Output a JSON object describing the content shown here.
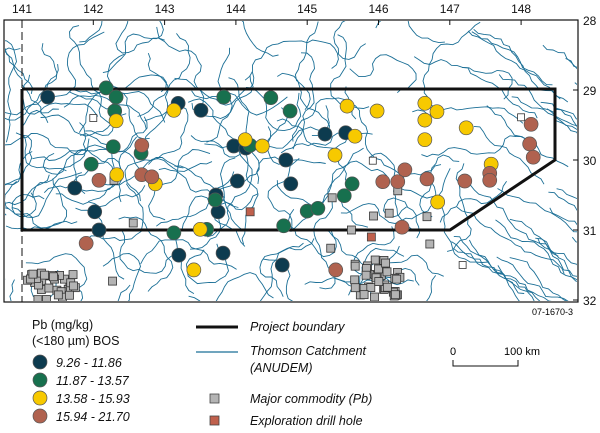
{
  "map": {
    "lon_ticks": [
      "141",
      "142",
      "143",
      "144",
      "145",
      "146",
      "147",
      "148"
    ],
    "lat_ticks": [
      "28",
      "29",
      "30",
      "31",
      "32"
    ],
    "figure_id": "07-1670-3",
    "colors": {
      "river": "#1b6f96",
      "boundary": "#111111",
      "navy": "#0d3b4f",
      "green": "#17704e",
      "yellow": "#f7c900",
      "brown": "#b0624f",
      "square": "#b4b4b4",
      "drill": "#c0604c"
    },
    "samples": {
      "navy": [
        [
          141.36,
          29.1
        ],
        [
          143.19,
          29.19
        ],
        [
          143.51,
          29.29
        ],
        [
          145.25,
          29.63
        ],
        [
          145.54,
          29.61
        ],
        [
          143.97,
          29.8
        ],
        [
          144.14,
          29.83
        ],
        [
          144.7,
          30.0
        ],
        [
          144.02,
          30.3
        ],
        [
          144.77,
          30.34
        ],
        [
          141.74,
          30.4
        ],
        [
          143.72,
          30.5
        ],
        [
          143.75,
          30.74
        ],
        [
          142.02,
          30.74
        ],
        [
          142.08,
          31.0
        ],
        [
          143.2,
          31.36
        ],
        [
          143.82,
          31.33
        ],
        [
          144.65,
          31.5
        ]
      ],
      "green": [
        [
          142.18,
          28.97
        ],
        [
          142.32,
          29.1
        ],
        [
          142.3,
          29.3
        ],
        [
          143.83,
          29.1
        ],
        [
          144.49,
          29.11
        ],
        [
          144.76,
          29.3
        ],
        [
          142.28,
          29.81
        ],
        [
          142.67,
          29.9
        ],
        [
          141.97,
          30.06
        ],
        [
          144.2,
          29.79
        ],
        [
          143.71,
          30.57
        ],
        [
          145.63,
          30.34
        ],
        [
          145.52,
          30.51
        ],
        [
          145.0,
          30.73
        ],
        [
          145.15,
          30.69
        ],
        [
          143.59,
          30.99
        ],
        [
          144.67,
          30.94
        ],
        [
          143.13,
          31.04
        ]
      ],
      "yellow": [
        [
          143.13,
          29.29
        ],
        [
          142.32,
          29.44
        ],
        [
          145.56,
          29.23
        ],
        [
          145.98,
          29.3
        ],
        [
          146.65,
          29.19
        ],
        [
          146.82,
          29.31
        ],
        [
          146.65,
          29.43
        ],
        [
          147.23,
          29.54
        ],
        [
          145.67,
          29.66
        ],
        [
          144.13,
          29.71
        ],
        [
          144.37,
          29.8
        ],
        [
          146.65,
          29.71
        ],
        [
          145.39,
          29.93
        ],
        [
          142.33,
          30.21
        ],
        [
          142.87,
          30.34
        ],
        [
          147.58,
          30.06
        ],
        [
          146.83,
          30.6
        ],
        [
          143.5,
          30.99
        ],
        [
          143.41,
          31.57
        ]
      ],
      "brown": [
        [
          142.68,
          29.79
        ],
        [
          142.68,
          30.21
        ],
        [
          142.82,
          30.24
        ],
        [
          142.08,
          30.29
        ],
        [
          148.14,
          29.49
        ],
        [
          148.12,
          29.77
        ],
        [
          148.17,
          29.96
        ],
        [
          146.37,
          30.14
        ],
        [
          146.27,
          30.31
        ],
        [
          146.06,
          30.31
        ],
        [
          146.68,
          30.27
        ],
        [
          147.21,
          30.3
        ],
        [
          147.56,
          30.19
        ],
        [
          147.56,
          30.29
        ],
        [
          146.33,
          30.96
        ],
        [
          141.9,
          31.19
        ],
        [
          145.4,
          31.57
        ]
      ]
    },
    "major_commodity": [
      [
        142.29,
        30.29
      ],
      [
        142.56,
        30.9
      ],
      [
        142.27,
        31.73
      ],
      [
        145.35,
        30.54
      ],
      [
        145.93,
        30.8
      ],
      [
        146.27,
        30.44
      ],
      [
        145.33,
        31.26
      ],
      [
        146.72,
        31.2
      ],
      [
        146.68,
        30.81
      ],
      [
        145.62,
        31.0
      ],
      [
        146.15,
        30.76
      ]
    ],
    "drill_holes": [
      [
        144.2,
        30.74
      ],
      [
        145.9,
        31.1
      ]
    ],
    "other_sites": [
      [
        142.0,
        29.4
      ],
      [
        145.92,
        30.01
      ],
      [
        148.0,
        29.39
      ],
      [
        147.18,
        31.5
      ],
      [
        142.72,
        30.21
      ]
    ]
  },
  "legend": {
    "title_line1": "Pb (mg/kg)",
    "title_line2": "(<180 µm) BOS",
    "classes": [
      {
        "label": "9.26 - 11.86",
        "color": "#0d3b4f"
      },
      {
        "label": "11.87 - 13.57",
        "color": "#17704e"
      },
      {
        "label": "13.58 - 15.93",
        "color": "#f7c900"
      },
      {
        "label": "15.94 - 21.70",
        "color": "#b0624f"
      }
    ],
    "boundary_label": "Project boundary",
    "catchment_label_line1": "Thomson Catchment",
    "catchment_label_line2": "(ANUDEM)",
    "commodity_label": "Major commodity (Pb)",
    "drill_label": "Exploration drill hole",
    "scale_zero": "0",
    "scale_end": "100 km"
  }
}
